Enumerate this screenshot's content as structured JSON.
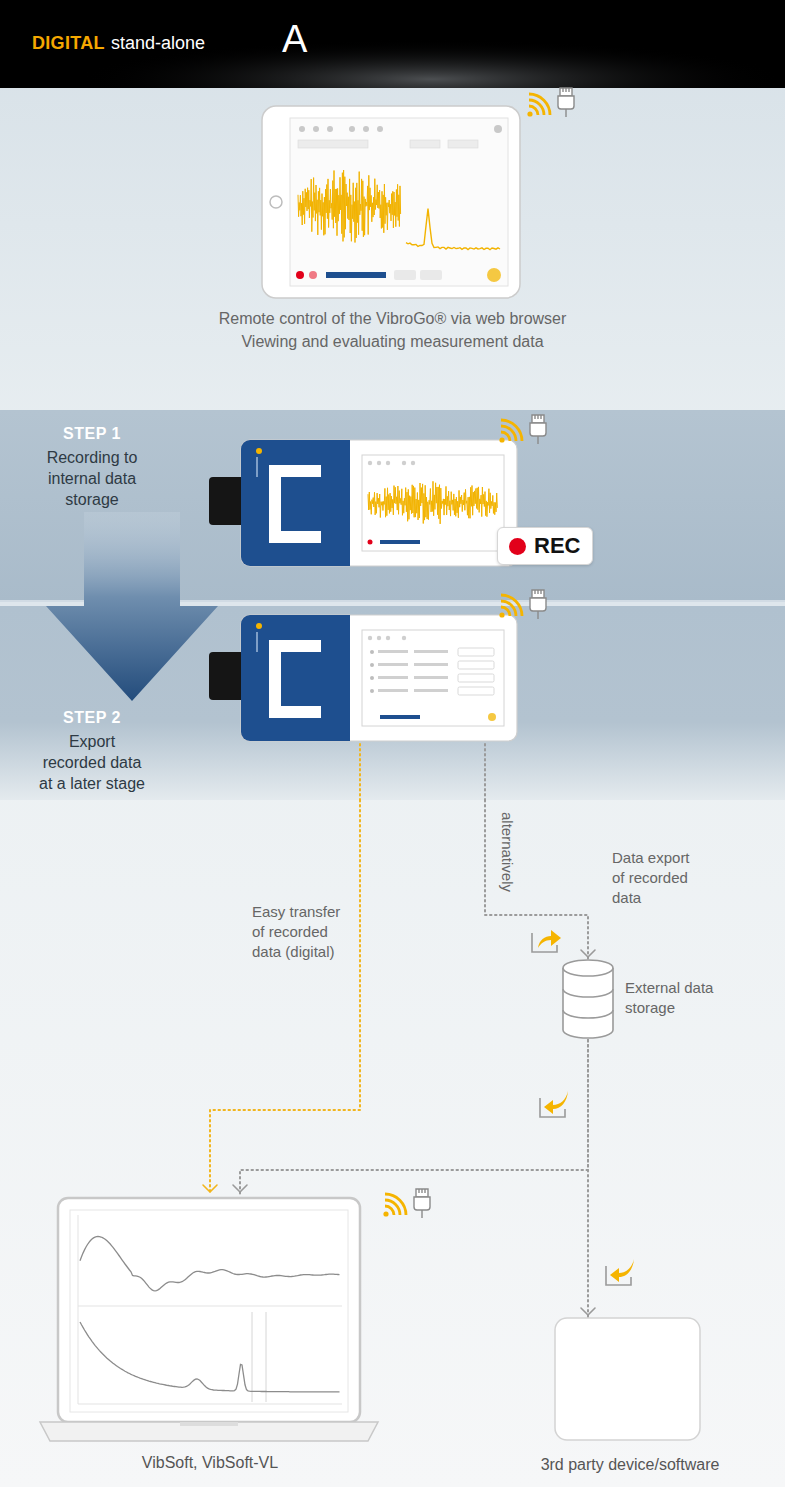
{
  "diagram": {
    "nodes": [
      {
        "text": [
          "DIGITAL",
          "stand-alone",
          "A"
        ]
      },
      {
        "text": [
          "Remote control of the VibroGo® via web browser",
          "Viewing and evaluating measurement data"
        ]
      },
      {
        "text": [
          "STEP 1",
          "Recording to internal data storage"
        ]
      },
      {
        "text": [
          "REC"
        ],
        "in": 2
      },
      {
        "text": [
          "STEP 2",
          "Export recorded data at a later stage"
        ]
      },
      {
        "text": [
          "External data storage"
        ]
      },
      {
        "text": [
          "VibSoft, VibSoft-VL"
        ]
      },
      {
        "text": [
          "3rd party device/software"
        ]
      }
    ],
    "edges": [
      {
        "from": 2,
        "to": 4,
        "arrow": "to"
      },
      {
        "from": 4,
        "to": 6,
        "label": "Easy transfer of recorded data (digital)",
        "arrow": "to"
      },
      {
        "from": 4,
        "to": 5,
        "label": "alternatively",
        "arrow": "to"
      },
      {
        "from": 5,
        "to": 6,
        "arrow": "to"
      },
      {
        "from": 5,
        "to": 7,
        "arrow": "to"
      }
    ],
    "labels": [
      "Data export of recorded data"
    ]
  }
}
